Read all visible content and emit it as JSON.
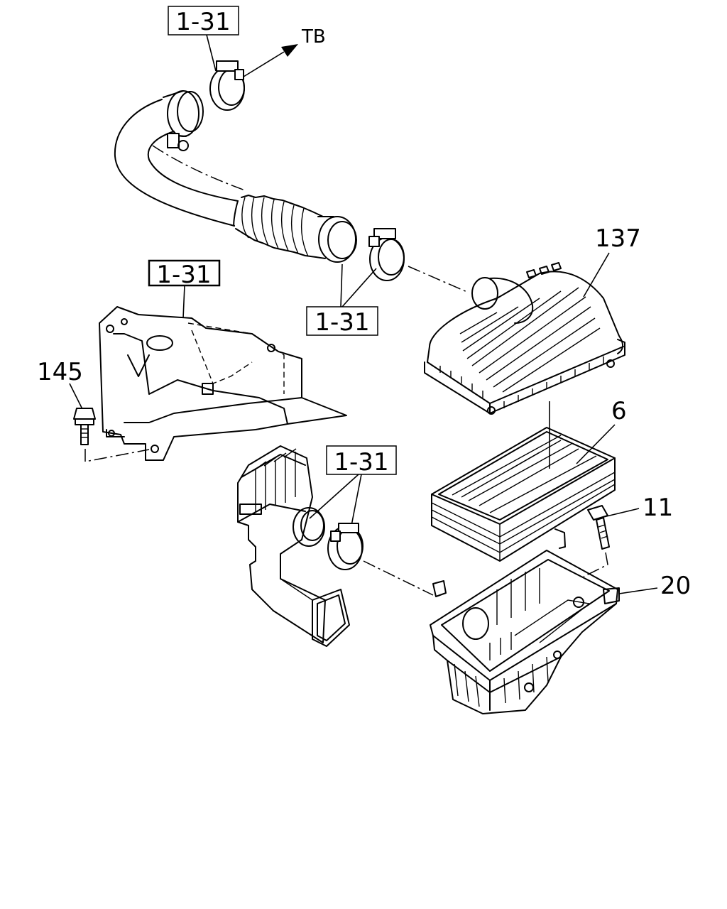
{
  "labels": {
    "ref_top": "1-31",
    "ref_bracket": "1-31",
    "ref_middle": "1-31",
    "ref_lower": "1-31",
    "tb": "TB",
    "part_137": "137",
    "part_6": "6",
    "part_11": "11",
    "part_20": "20",
    "part_145": "145"
  }
}
